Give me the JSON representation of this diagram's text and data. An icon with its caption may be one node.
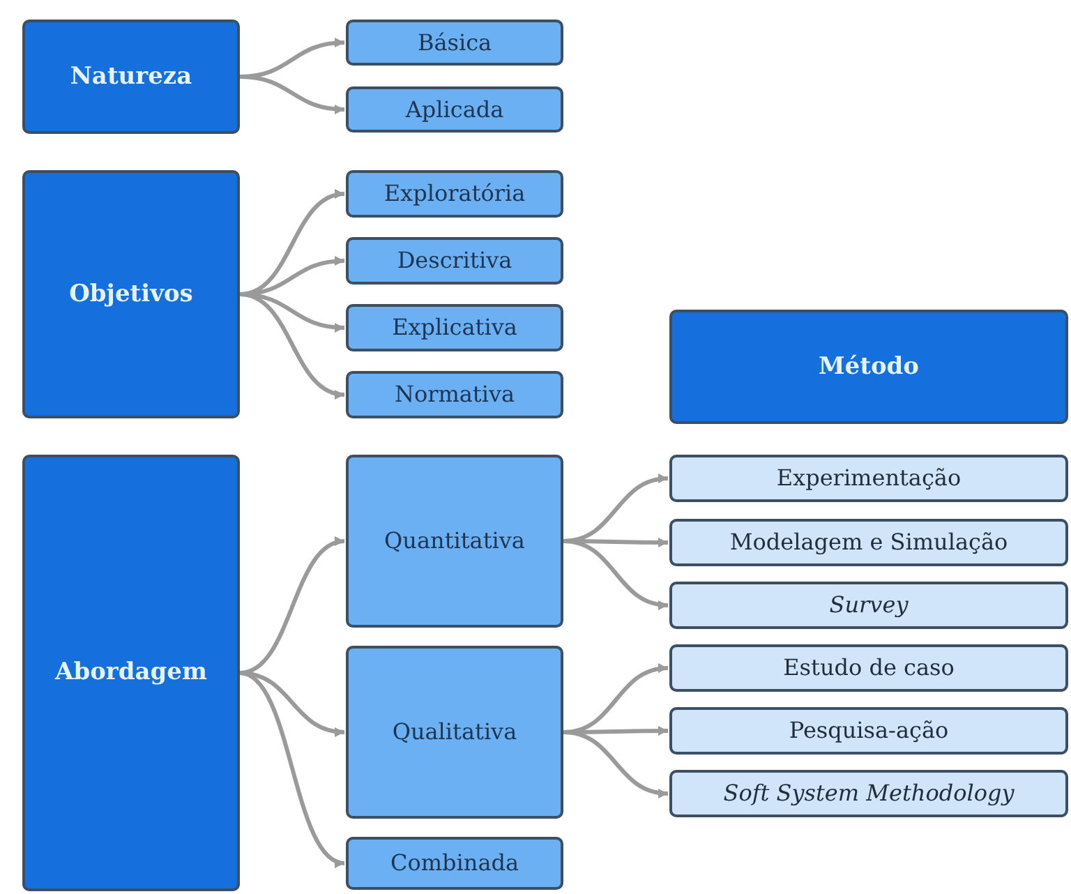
{
  "diagram": {
    "nodes": [
      {
        "text": [
          "Natureza"
        ]
      },
      {
        "text": [
          "Básica"
        ]
      },
      {
        "text": [
          "Aplicada"
        ]
      },
      {
        "text": [
          "Objetivos"
        ]
      },
      {
        "text": [
          "Exploratória"
        ]
      },
      {
        "text": [
          "Descritiva"
        ]
      },
      {
        "text": [
          "Explicativa"
        ]
      },
      {
        "text": [
          "Normativa"
        ]
      },
      {
        "text": [
          "Método"
        ]
      },
      {
        "text": [
          "Abordagem"
        ]
      },
      {
        "text": [
          "Quantitativa"
        ]
      },
      {
        "text": [
          "Qualitativa"
        ]
      },
      {
        "text": [
          "Combinada"
        ]
      },
      {
        "text": [
          "Experimentação"
        ]
      },
      {
        "text": [
          "Modelagem e Simulação"
        ]
      },
      {
        "text": [
          "Survey"
        ]
      },
      {
        "text": [
          "Estudo de caso"
        ]
      },
      {
        "text": [
          "Pesquisa-ação"
        ]
      },
      {
        "text": [
          "Soft System Methodology"
        ]
      }
    ],
    "edges": [
      {
        "from": 0,
        "to": 1,
        "arrow": "to"
      },
      {
        "from": 0,
        "to": 2,
        "arrow": "to"
      },
      {
        "from": 3,
        "to": 4,
        "arrow": "to"
      },
      {
        "from": 3,
        "to": 5,
        "arrow": "to"
      },
      {
        "from": 3,
        "to": 6,
        "arrow": "to"
      },
      {
        "from": 3,
        "to": 7,
        "arrow": "to"
      },
      {
        "from": 9,
        "to": 10,
        "arrow": "to"
      },
      {
        "from": 9,
        "to": 11,
        "arrow": "to"
      },
      {
        "from": 9,
        "to": 12,
        "arrow": "to"
      },
      {
        "from": 10,
        "to": 13,
        "arrow": "to"
      },
      {
        "from": 10,
        "to": 14,
        "arrow": "to"
      },
      {
        "from": 10,
        "to": 15,
        "arrow": "to"
      },
      {
        "from": 11,
        "to": 16,
        "arrow": "to"
      },
      {
        "from": 11,
        "to": 17,
        "arrow": "to"
      },
      {
        "from": 11,
        "to": 18,
        "arrow": "to"
      }
    ]
  }
}
